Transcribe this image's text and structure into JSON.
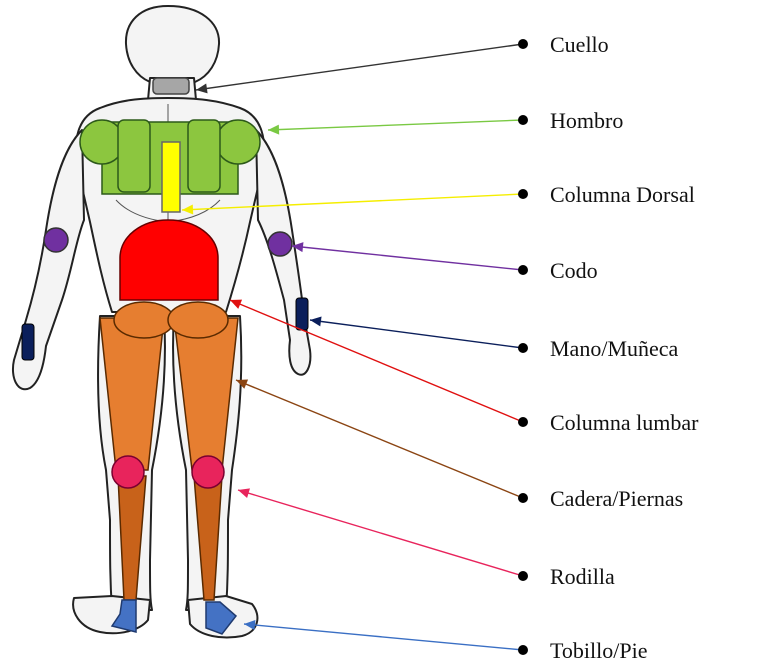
{
  "labels": [
    {
      "key": "cuello",
      "text": "Cuello",
      "color": "#333333"
    },
    {
      "key": "hombro",
      "text": "Hombro",
      "color": "#7ac943"
    },
    {
      "key": "columna_dorsal",
      "text": "Columna Dorsal",
      "color": "#f5ee00"
    },
    {
      "key": "codo",
      "text": "Codo",
      "color": "#7030a0"
    },
    {
      "key": "mano_muneca",
      "text": "Mano/Muñeca",
      "color": "#0b1f5b"
    },
    {
      "key": "columna_lumbar",
      "text": "Columna lumbar",
      "color": "#e01010"
    },
    {
      "key": "cadera_piernas",
      "text": "Cadera/Piernas",
      "color": "#8b4513"
    },
    {
      "key": "rodilla",
      "text": "Rodilla",
      "color": "#e8245c"
    },
    {
      "key": "tobillo_pie",
      "text": "Tobillo/Pie",
      "color": "#3a6fc4"
    }
  ],
  "region_colors": {
    "neck": "#a6a6a6",
    "shoulders": "#8cc63f",
    "dorsal": "#ffff00",
    "elbow": "#7030a0",
    "wrist": "#0b1f5b",
    "lumbar": "#ff0000",
    "hips_legs": "#e67e30",
    "shin": "#c8621a",
    "knee": "#e8245c",
    "ankle_foot": "#4472c4"
  }
}
